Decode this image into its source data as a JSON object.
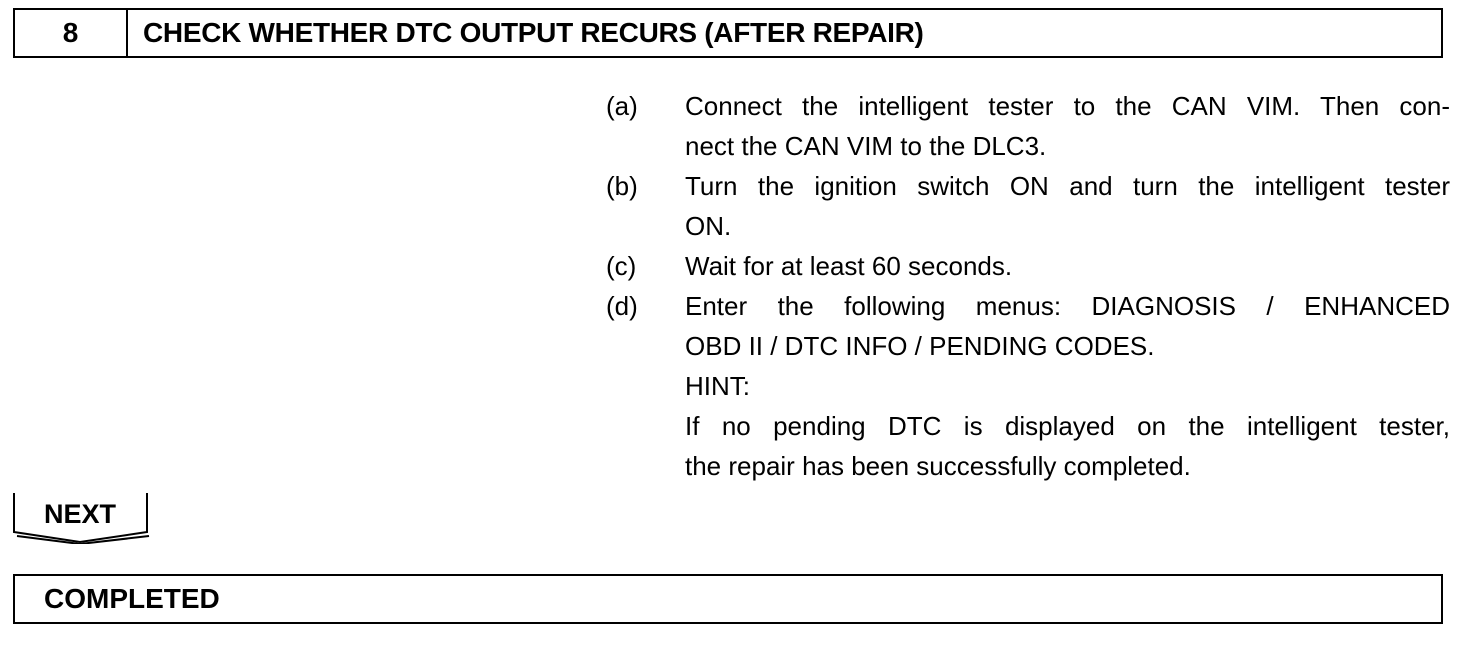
{
  "header": {
    "step_number": "8",
    "title": "CHECK WHETHER DTC OUTPUT RECURS (AFTER REPAIR)"
  },
  "steps": [
    {
      "label": "(a)",
      "lines": [
        "Connect the intelligent tester to the CAN VIM. Then con-",
        "nect the CAN VIM to the DLC3."
      ]
    },
    {
      "label": "(b)",
      "lines": [
        "Turn the ignition switch ON and turn the intelligent tester",
        "ON."
      ]
    },
    {
      "label": "(c)",
      "lines": [
        "Wait for at least 60 seconds."
      ]
    },
    {
      "label": "(d)",
      "lines": [
        "Enter the following menus: DIAGNOSIS / ENHANCED",
        "OBD II / DTC INFO / PENDING CODES.",
        "HINT:",
        "If no pending DTC is displayed on the intelligent tester,",
        "the repair has been successfully completed."
      ]
    }
  ],
  "next_label": "NEXT",
  "completed_label": "COMPLETED"
}
